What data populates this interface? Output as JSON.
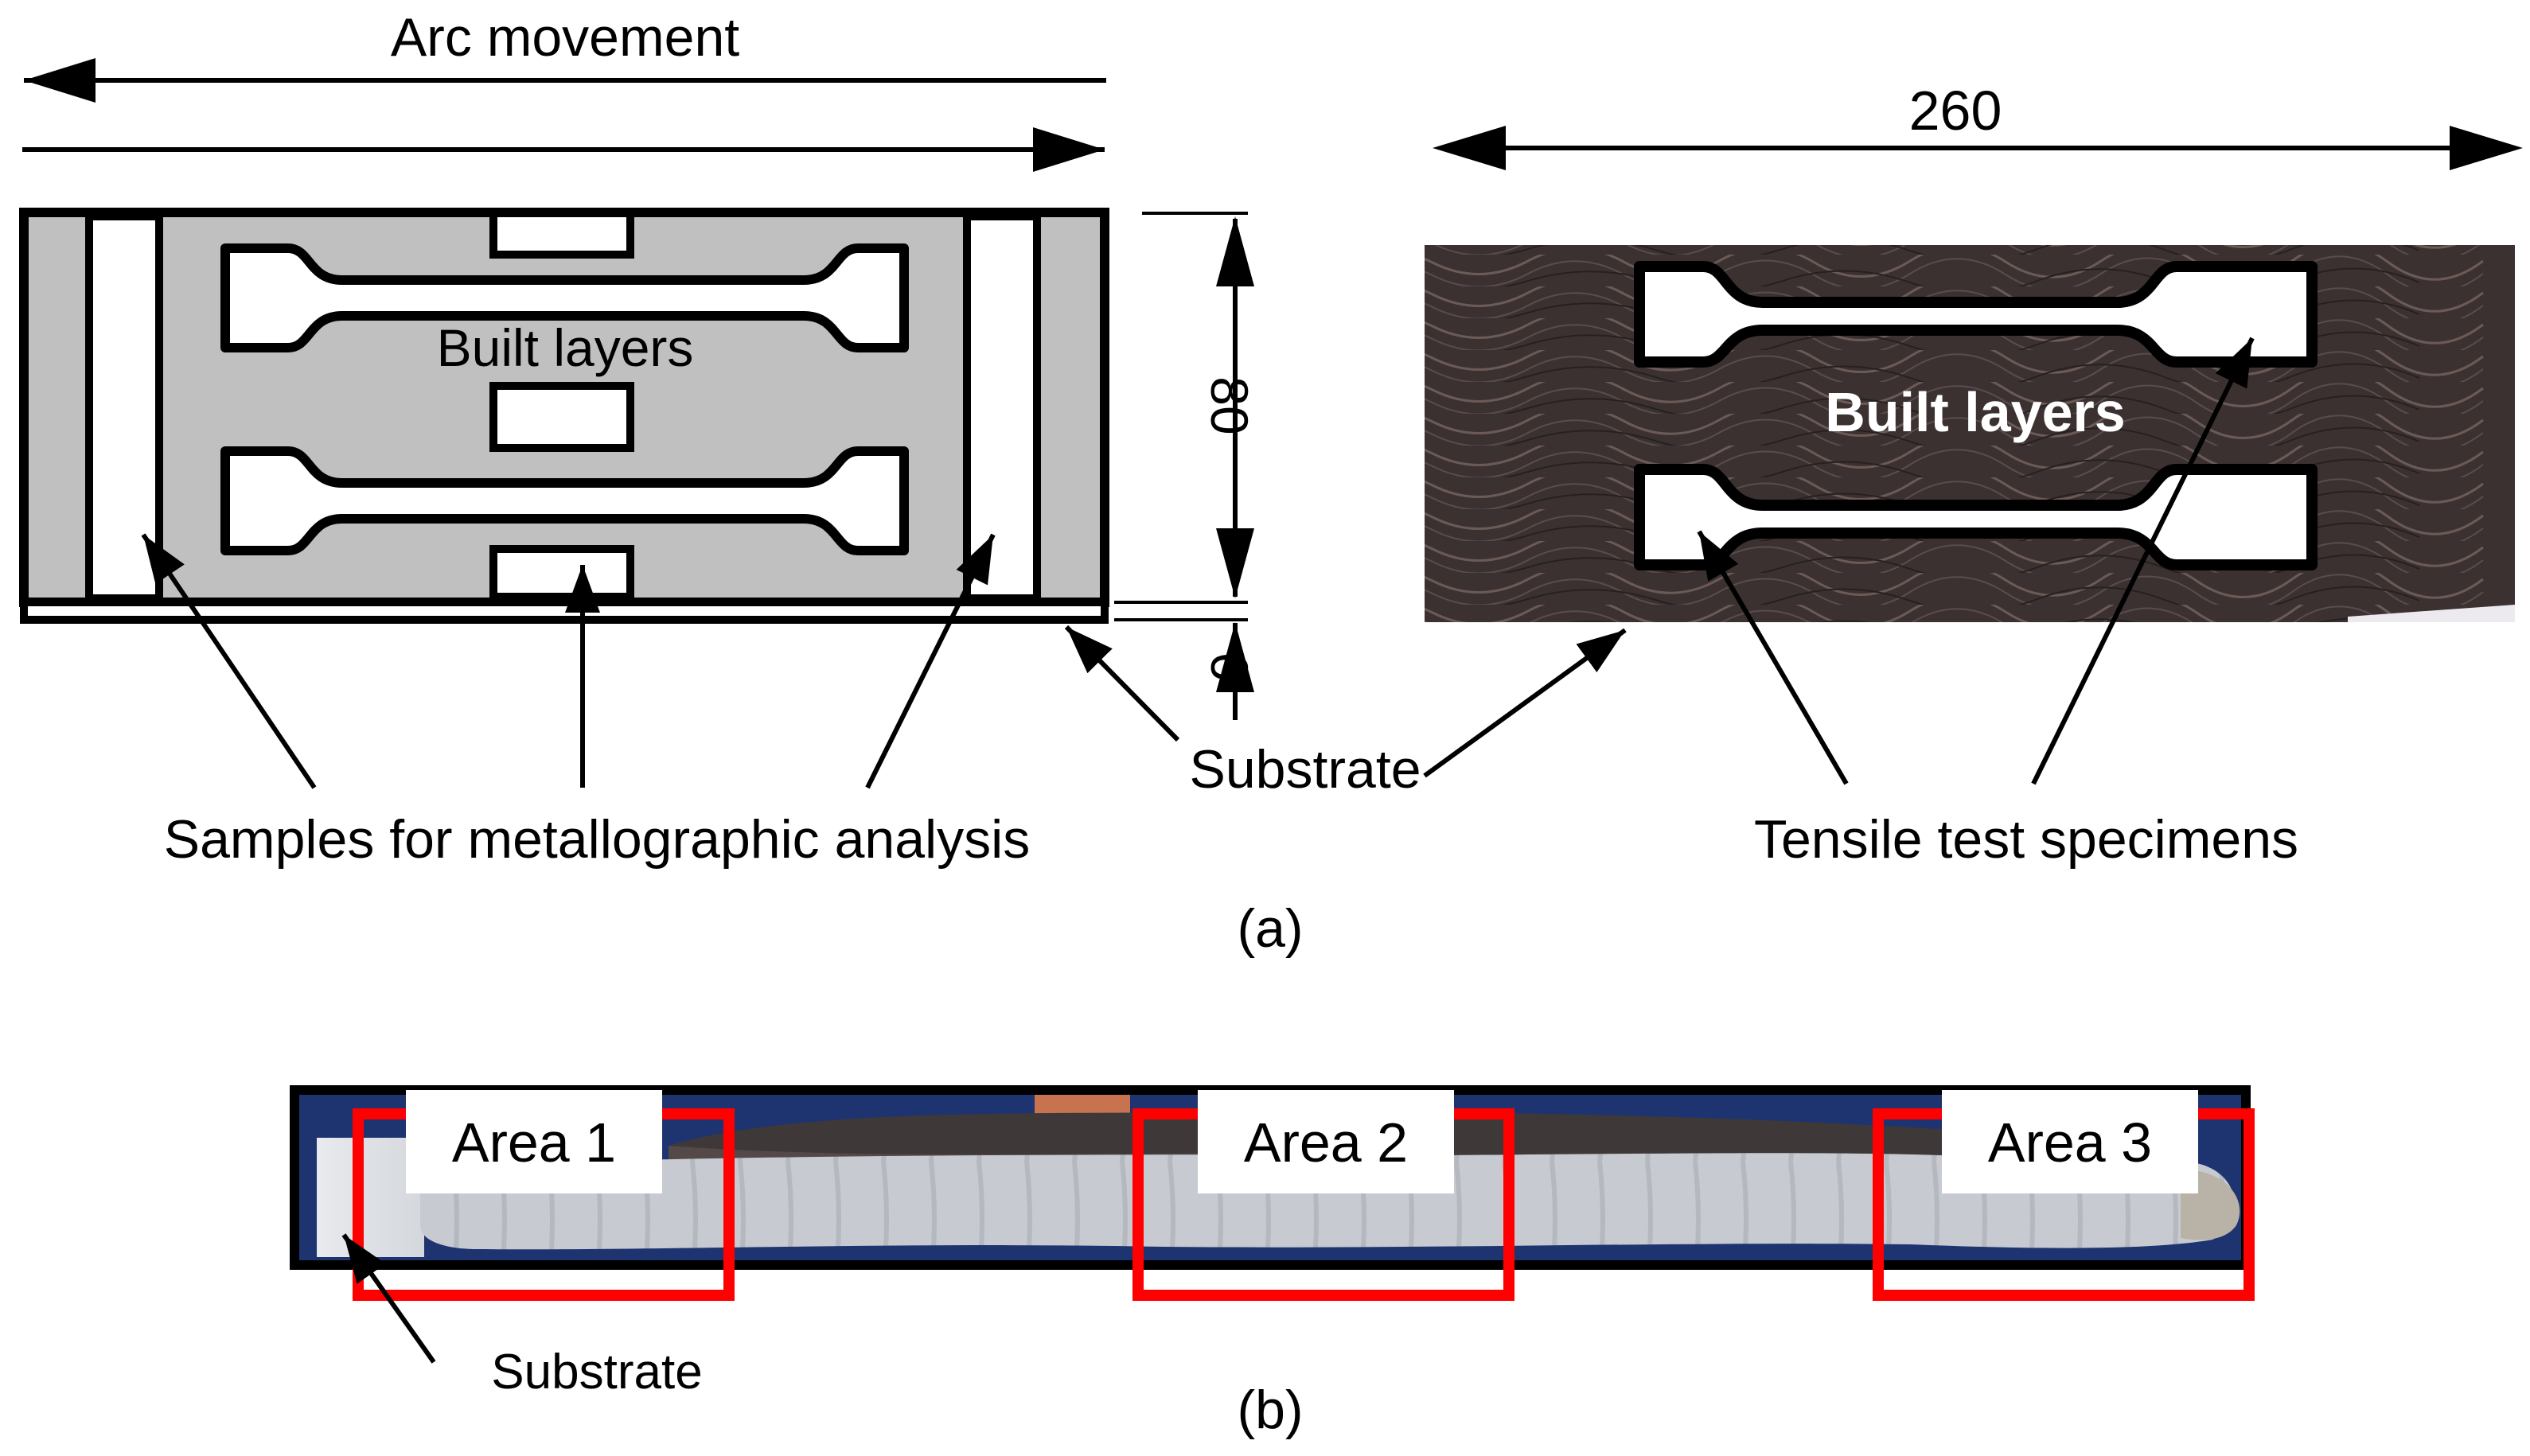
{
  "figure": {
    "part_a": {
      "arc_movement": "Arc movement",
      "built_layers_drawing": "Built layers",
      "built_layers_photo": "Built layers",
      "dim_length": "260",
      "dim_height": "80",
      "dim_substrate": "6",
      "substrate": "Substrate",
      "samples_label": "Samples for metallographic analysis",
      "tensile_label": "Tensile test specimens",
      "caption": "(a)"
    },
    "part_b": {
      "area_1": "Area 1",
      "area_2": "Area 2",
      "area_3": "Area 3",
      "substrate": "Substrate",
      "caption": "(b)"
    },
    "colors": {
      "layers_fill": "#c0c0c0",
      "photo_dark": "#3a3232",
      "highlight_box": "#ff0000",
      "background_blue": "#1e3470",
      "section_grey": "#c9ccd2"
    }
  }
}
